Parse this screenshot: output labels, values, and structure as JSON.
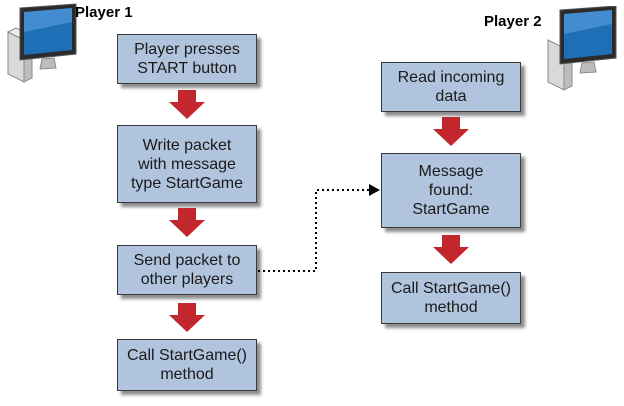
{
  "players": {
    "player1": {
      "label": "Player 1"
    },
    "player2": {
      "label": "Player 2"
    }
  },
  "flow": {
    "player1": [
      "Player presses\nSTART button",
      "Write packet\nwith message\ntype StartGame",
      "Send packet to\nother players",
      "Call StartGame()\nmethod"
    ],
    "player2": [
      "Read incoming\ndata",
      "Message\nfound:\nStartGame",
      "Call StartGame()\nmethod"
    ]
  },
  "colors": {
    "box_fill": "#b0c4de",
    "arrow_red": "#c1272d",
    "monitor_blue": "#1f6fb7"
  }
}
